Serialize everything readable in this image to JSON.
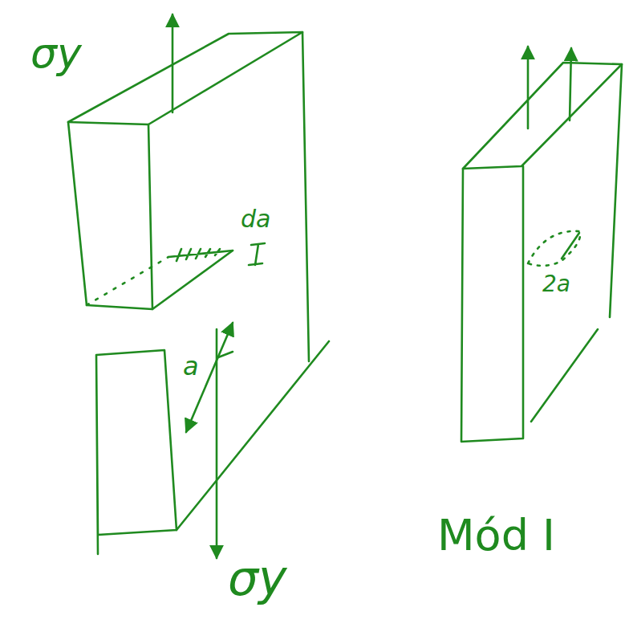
{
  "diagram": {
    "labels": [
      "σy",
      "da",
      "a",
      "σy",
      "2a",
      "Mód I"
    ]
  }
}
